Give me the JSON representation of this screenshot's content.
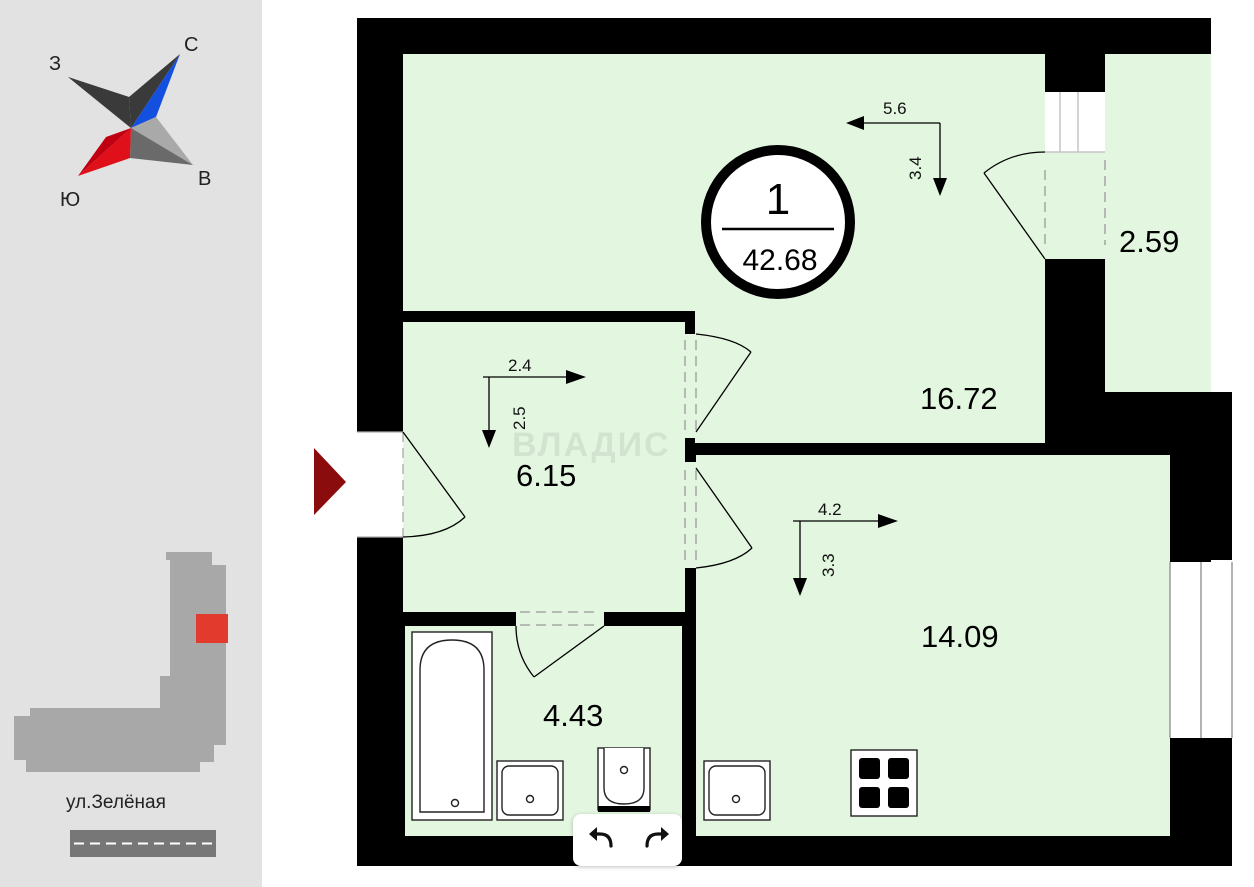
{
  "compass": {
    "north": "С",
    "south": "Ю",
    "east": "В",
    "west": "З"
  },
  "apartment": {
    "number": "1",
    "total_area": "42.68"
  },
  "rooms": {
    "living_room": {
      "area": "16.72",
      "width": "5.6",
      "depth": "3.4"
    },
    "storage": {
      "area": "2.59"
    },
    "hallway": {
      "area": "6.15",
      "width": "2.4",
      "depth": "2.5"
    },
    "kitchen": {
      "area": "14.09",
      "width": "4.2",
      "depth": "3.3"
    },
    "bathroom": {
      "area": "4.43"
    }
  },
  "site_map": {
    "street": "ул.Зелёная"
  },
  "watermark": "ВЛАДИС",
  "toolbar": {
    "undo_icon": "undo-icon",
    "redo_icon": "redo-icon"
  },
  "colors": {
    "room_fill": "#e3f7e0",
    "wall": "#000000",
    "entrance_marker": "#8b0c0c",
    "site_highlight": "#e23b2e",
    "compass_north": "#1450e0",
    "compass_south": "#e0101a"
  }
}
